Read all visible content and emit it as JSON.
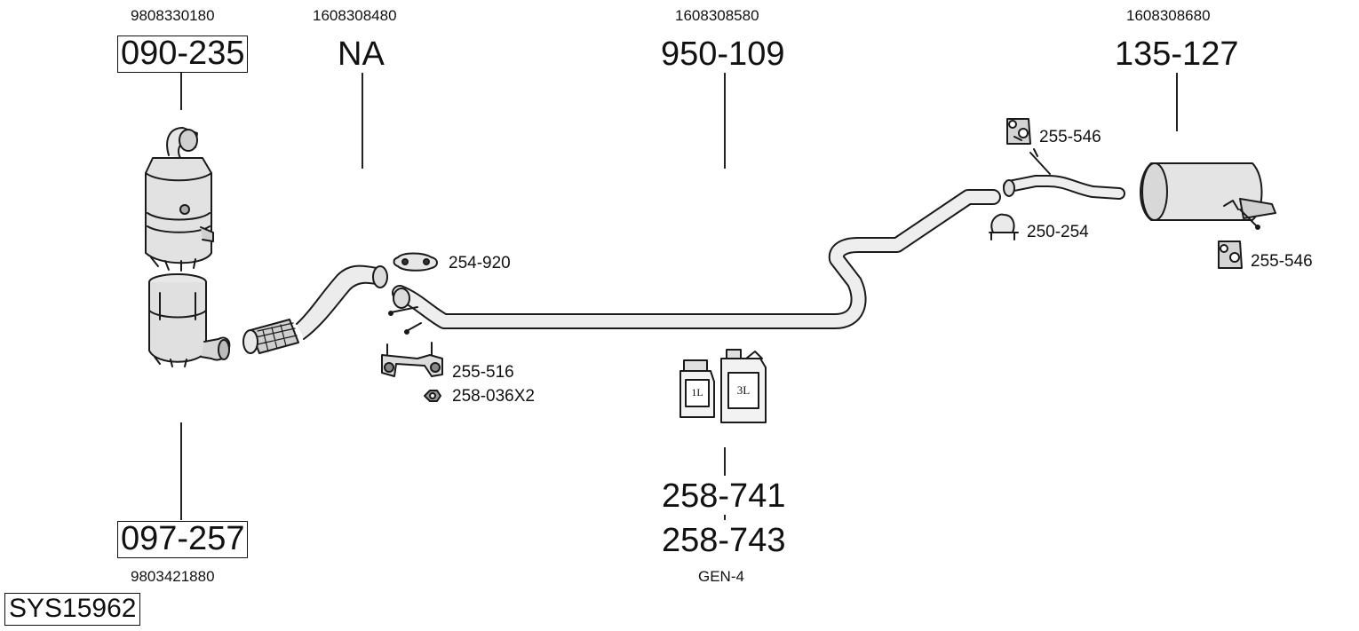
{
  "oe_numbers": {
    "cat": "9808330180",
    "front_pipe": "1608308480",
    "mid_pipe": "1608308580",
    "rear_silencer": "1608308680",
    "dpf": "9803421880"
  },
  "parts": {
    "catalyst": "090-235",
    "front_pipe": "NA",
    "middle_pipe": "950-109",
    "rear_silencer": "135-127",
    "dpf": "097-257",
    "fluid_1l": "258-741",
    "fluid_3l": "258-743",
    "fluid_type": "GEN-4"
  },
  "fittings": {
    "clamp_front": "254-920",
    "bracket": "255-516",
    "nut": "258-036X2",
    "clamp_rear": "250-254",
    "rubber_top": "255-546",
    "rubber_bottom": "255-546"
  },
  "containers": {
    "small": "1L",
    "large": "3L"
  },
  "system_id": "SYS15962"
}
